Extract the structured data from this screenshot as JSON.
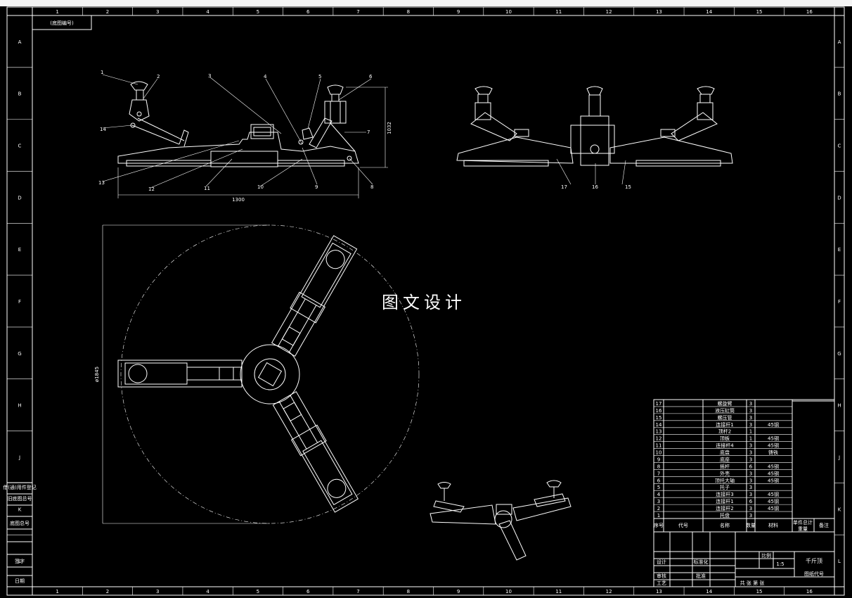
{
  "watermark": "图文设计",
  "title_cell": "(底图编号)",
  "grid": {
    "top_numbers": [
      "1",
      "2",
      "3",
      "4",
      "5",
      "6",
      "7",
      "8",
      "9",
      "10",
      "11",
      "12",
      "13",
      "14",
      "15",
      "16"
    ],
    "side_letters": [
      "A",
      "B",
      "C",
      "D",
      "E",
      "F",
      "G",
      "H",
      "J",
      "K",
      "L"
    ]
  },
  "callouts": {
    "side_view": [
      "1",
      "2",
      "3",
      "4",
      "5",
      "6",
      "7",
      "8",
      "9",
      "10",
      "11",
      "12",
      "13",
      "14"
    ],
    "front_view": [
      "15",
      "16",
      "17"
    ]
  },
  "dimensions": {
    "side_width": "1300",
    "side_height": "1032",
    "top_diameter": "ø1845"
  },
  "left_strip": [
    "借(通)用件登记",
    "旧底图总号",
    "底图总号",
    "签字",
    "日期"
  ],
  "bom": {
    "rows": [
      {
        "no": "17",
        "name": "螺旋臂",
        "qty": "3",
        "material": ""
      },
      {
        "no": "16",
        "name": "液压缸筒",
        "qty": "3",
        "material": ""
      },
      {
        "no": "15",
        "name": "螺压管",
        "qty": "3",
        "material": ""
      },
      {
        "no": "14",
        "name": "连接杆1",
        "qty": "3",
        "material": "45钢"
      },
      {
        "no": "13",
        "name": "顶杆2",
        "qty": "1",
        "material": ""
      },
      {
        "no": "12",
        "name": "顶板",
        "qty": "1",
        "material": "45钢"
      },
      {
        "no": "11",
        "name": "连接杆4",
        "qty": "3",
        "material": "45钢"
      },
      {
        "no": "10",
        "name": "底盘",
        "qty": "3",
        "material": "铸铁"
      },
      {
        "no": "9",
        "name": "底座",
        "qty": "3",
        "material": ""
      },
      {
        "no": "8",
        "name": "摇杆",
        "qty": "6",
        "material": "45钢"
      },
      {
        "no": "7",
        "name": "外壳",
        "qty": "3",
        "material": "45钢"
      },
      {
        "no": "6",
        "name": "顶托大轴",
        "qty": "3",
        "material": "45钢"
      },
      {
        "no": "5",
        "name": "托子",
        "qty": "3",
        "material": ""
      },
      {
        "no": "4",
        "name": "连接杆3",
        "qty": "3",
        "material": "45钢"
      },
      {
        "no": "3",
        "name": "连接杆1",
        "qty": "6",
        "material": "45钢"
      },
      {
        "no": "2",
        "name": "连接杆2",
        "qty": "3",
        "material": "45钢"
      },
      {
        "no": "1",
        "name": "托盘",
        "qty": "3",
        "material": ""
      }
    ],
    "header": {
      "no": "序号",
      "code": "代号",
      "name": "名称",
      "qty": "数量",
      "material": "材料",
      "weight": "单件总计",
      "weight2": "重量",
      "remark": "备注"
    },
    "design": "设计",
    "check": "审核",
    "process": "工艺",
    "approve": "批准",
    "standard": "标准化",
    "scale_label": "比例",
    "scale_value": "1:5",
    "sheet": "共 张 第 张",
    "drawing_title": "千斤顶",
    "subtitle": "图纸代号"
  }
}
